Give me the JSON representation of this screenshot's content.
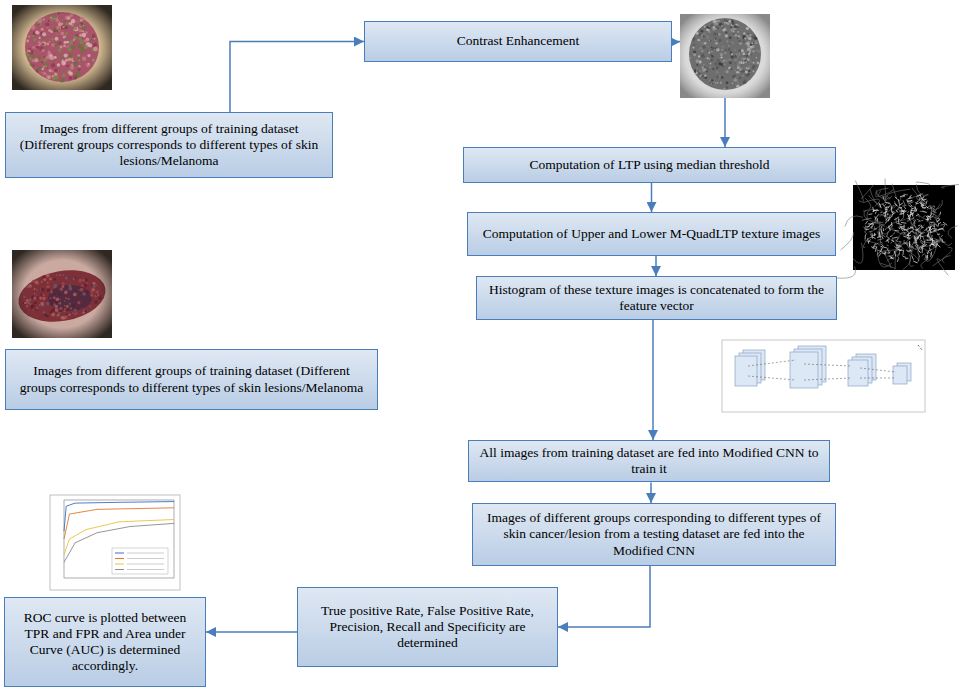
{
  "diagram": {
    "nodes": [
      {
        "text": [
          "Images from different groups of training dataset (Different groups corresponds to different types of skin lesions/Melanoma"
        ]
      },
      {
        "text": [
          "Contrast Enhancement"
        ]
      },
      {
        "text": [
          "Computation of LTP using median threshold"
        ]
      },
      {
        "text": [
          "Computation of Upper and Lower M-QuadLTP texture images"
        ]
      },
      {
        "text": [
          "Histogram of these texture images is concatenated to form the feature vector"
        ]
      },
      {
        "text": [
          "Images from different groups of training dataset (Different groups corresponds to different types of skin lesions/Melanoma"
        ]
      },
      {
        "text": [
          "All images from training dataset are fed into Modified CNN to train it"
        ]
      },
      {
        "text": [
          "Images of different groups corresponding to different types of skin cancer/lesion from a testing dataset are fed into the Modified CNN"
        ]
      },
      {
        "text": [
          "True positive Rate, False Positive Rate, Precision, Recall and Specificity are determined"
        ]
      },
      {
        "text": [
          "ROC curve is plotted between TPR and FPR and Area under Curve (AUC) is determined accordingly."
        ]
      }
    ],
    "edges": [
      {
        "from": 0,
        "to": 1,
        "arrow": "to"
      },
      {
        "from": 1,
        "to": 2,
        "arrow": "to"
      },
      {
        "from": 2,
        "to": 3,
        "arrow": "to"
      },
      {
        "from": 3,
        "to": 4,
        "arrow": "to"
      },
      {
        "from": 4,
        "to": 6,
        "arrow": "to"
      },
      {
        "from": 6,
        "to": 7,
        "arrow": "to"
      },
      {
        "from": 7,
        "to": 8,
        "arrow": "to"
      },
      {
        "from": 8,
        "to": 9,
        "arrow": "to"
      }
    ]
  }
}
